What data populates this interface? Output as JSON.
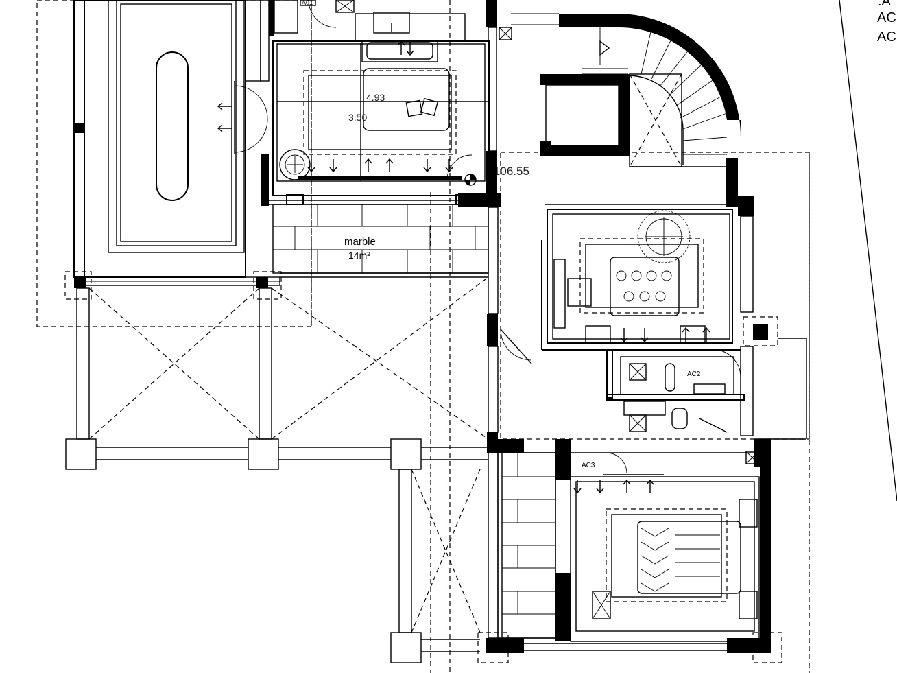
{
  "labels": {
    "top_door_tag": "A01",
    "dimension_length": "4.93",
    "dimension_width": "3.50",
    "level_mark": "+106.55",
    "floor_material": "marble",
    "floor_area": "14m²",
    "ac_unit_2": "AC2",
    "ac_unit_3": "AC3",
    "margin_text_1": ":A",
    "margin_text_2": "AC",
    "margin_text_3": "AC"
  }
}
